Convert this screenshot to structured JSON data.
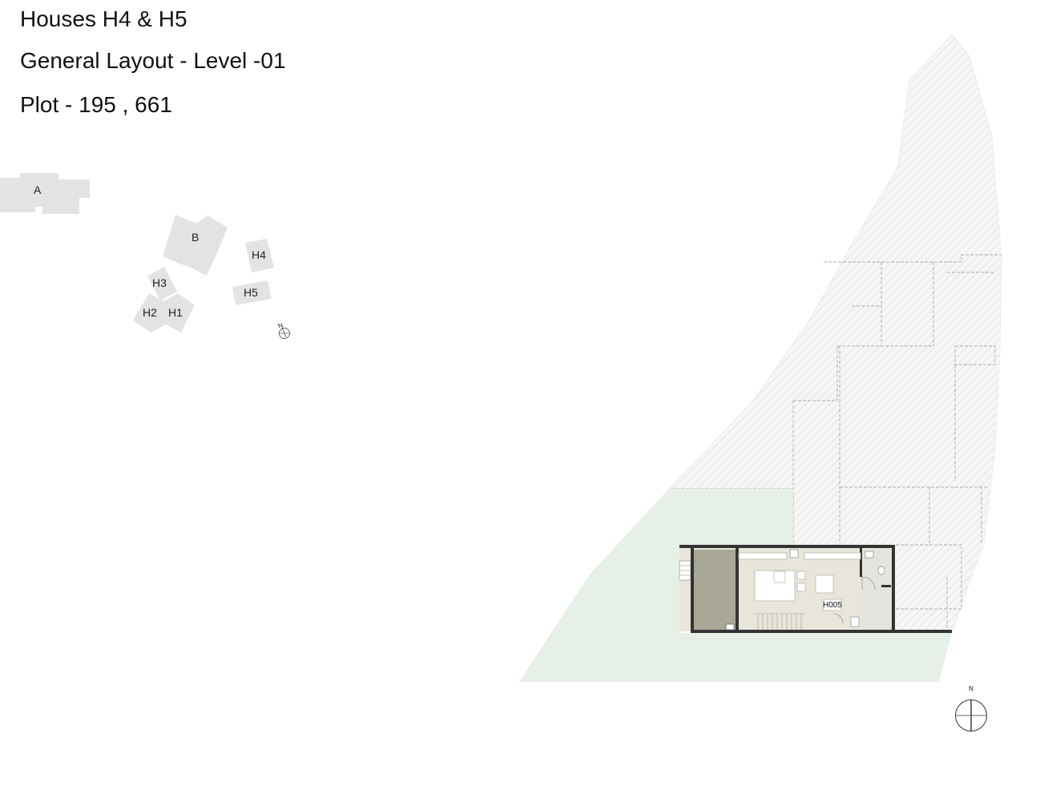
{
  "header": {
    "line1": "Houses H4 & H5",
    "line2": "General Layout - Level -01",
    "line3": "Plot - 195 , 661"
  },
  "keyplan": {
    "buildings": [
      "A",
      "B",
      "H4",
      "H5",
      "H3",
      "H2",
      "H1"
    ],
    "north_label": "N"
  },
  "plan": {
    "room_label": "H005",
    "north_label": "N"
  },
  "colors": {
    "building_fill": "#e3e3e3",
    "hatch_area": "#f4f4f4",
    "lawn": "#e7f0e6",
    "terrace": "#a9a897",
    "floor": "#e8e6db",
    "wall": "#333333"
  }
}
